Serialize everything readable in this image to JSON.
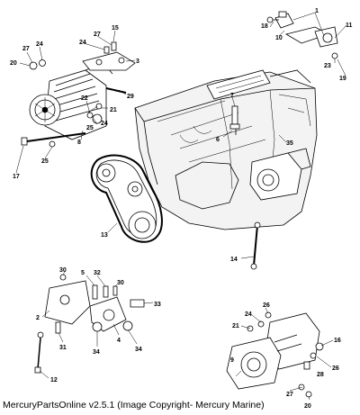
{
  "caption": "MercuryPartsOnline v2.5.1 (Image Copyright- Mercury Marine)",
  "callouts": [
    {
      "id": "c1",
      "label": "1"
    },
    {
      "id": "c10",
      "label": "10"
    },
    {
      "id": "c11",
      "label": "11"
    },
    {
      "id": "c18",
      "label": "18"
    },
    {
      "id": "c23",
      "label": "23"
    },
    {
      "id": "c19",
      "label": "19"
    },
    {
      "id": "c27a",
      "label": "27"
    },
    {
      "id": "c24a",
      "label": "24"
    },
    {
      "id": "c20",
      "label": "20"
    },
    {
      "id": "c24b",
      "label": "24"
    },
    {
      "id": "c27b",
      "label": "27"
    },
    {
      "id": "c15",
      "label": "15"
    },
    {
      "id": "c3",
      "label": "3"
    },
    {
      "id": "c29",
      "label": "29"
    },
    {
      "id": "c22",
      "label": "22"
    },
    {
      "id": "c21a",
      "label": "21"
    },
    {
      "id": "c25a",
      "label": "25"
    },
    {
      "id": "c24c",
      "label": "24"
    },
    {
      "id": "c8",
      "label": "8"
    },
    {
      "id": "c25b",
      "label": "25"
    },
    {
      "id": "c17",
      "label": "17"
    },
    {
      "id": "c7",
      "label": "7"
    },
    {
      "id": "c6",
      "label": "6"
    },
    {
      "id": "c35",
      "label": "35"
    },
    {
      "id": "c13",
      "label": "13"
    },
    {
      "id": "c14",
      "label": "14"
    },
    {
      "id": "c30a",
      "label": "30"
    },
    {
      "id": "c5",
      "label": "5"
    },
    {
      "id": "c32",
      "label": "32"
    },
    {
      "id": "c30b",
      "label": "30"
    },
    {
      "id": "c33",
      "label": "33"
    },
    {
      "id": "c2",
      "label": "2"
    },
    {
      "id": "c4",
      "label": "4"
    },
    {
      "id": "c34a",
      "label": "34"
    },
    {
      "id": "c34b",
      "label": "34"
    },
    {
      "id": "c31",
      "label": "31"
    },
    {
      "id": "c12",
      "label": "12"
    },
    {
      "id": "c26a",
      "label": "26"
    },
    {
      "id": "c24d",
      "label": "24"
    },
    {
      "id": "c21b",
      "label": "21"
    },
    {
      "id": "c9",
      "label": "9"
    },
    {
      "id": "c16",
      "label": "16"
    },
    {
      "id": "c26b",
      "label": "26"
    },
    {
      "id": "c28",
      "label": "28"
    },
    {
      "id": "c27c",
      "label": "27"
    },
    {
      "id": "c20b",
      "label": "20"
    }
  ]
}
